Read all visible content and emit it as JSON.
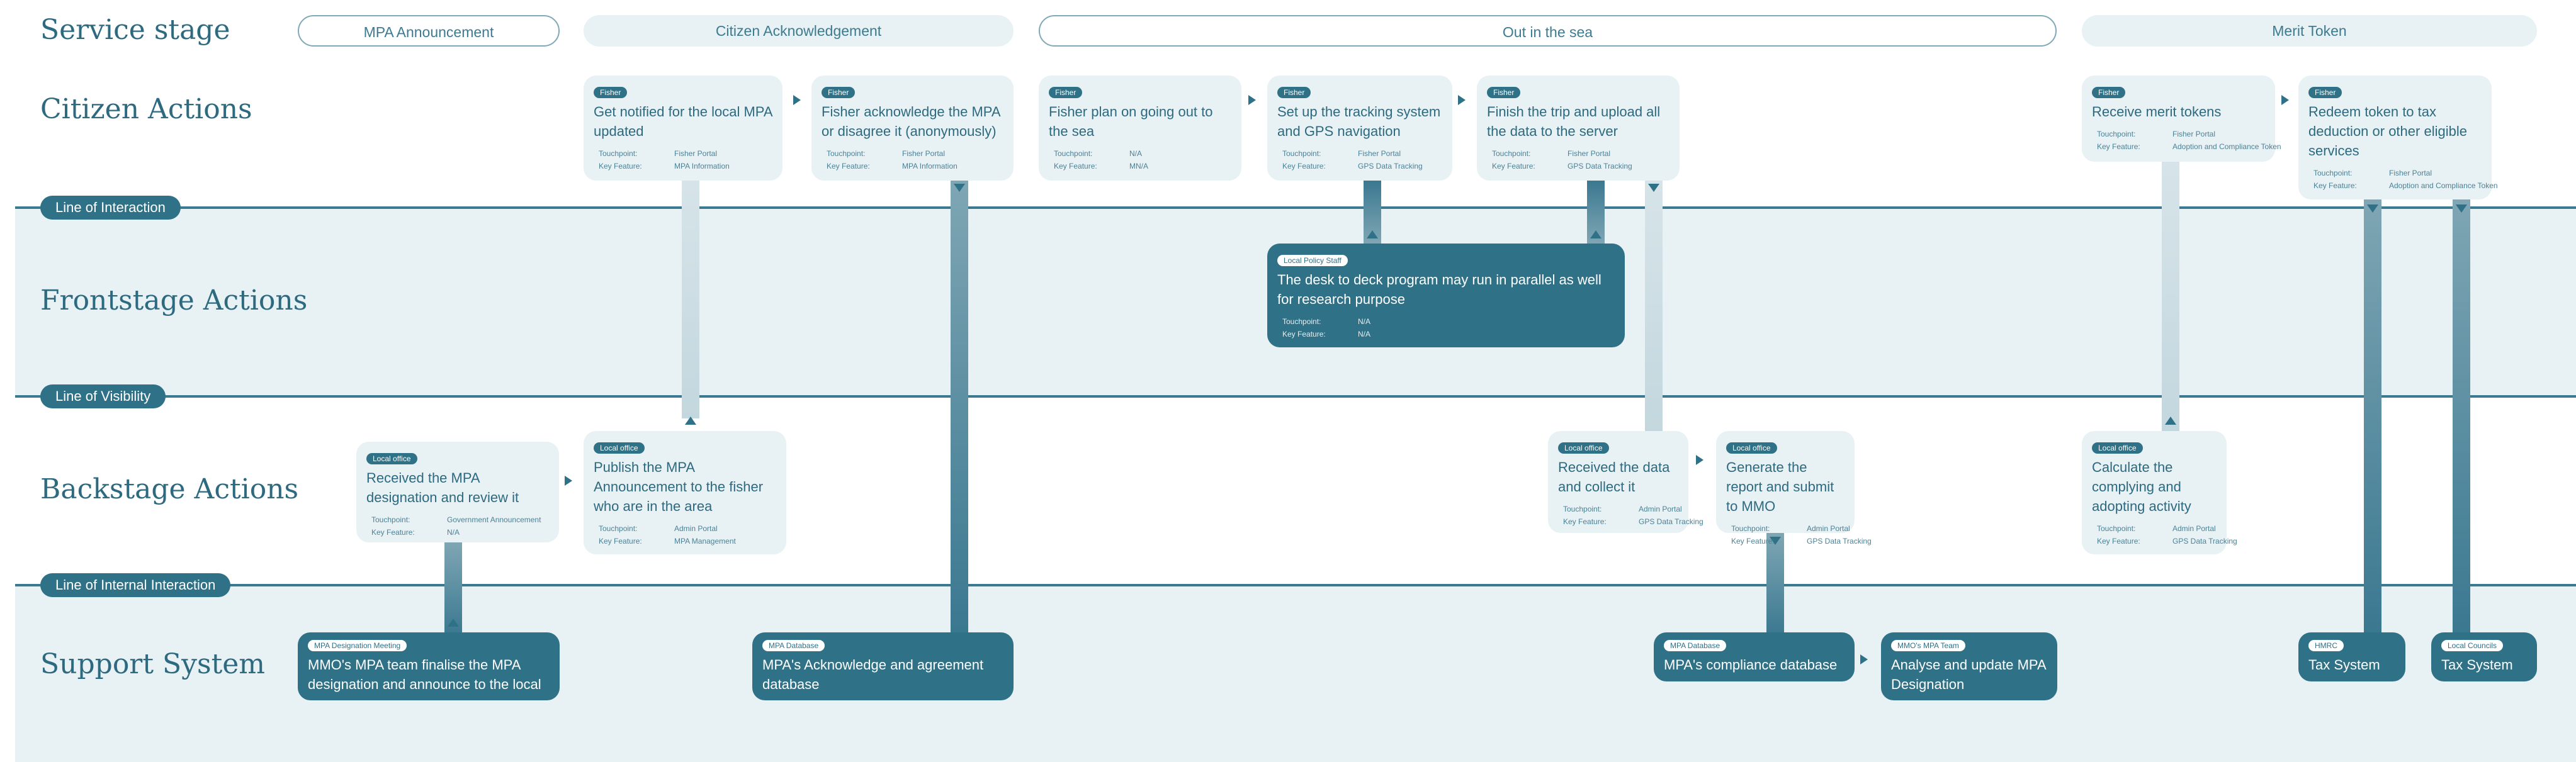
{
  "lanes": {
    "service_stage": "Service stage",
    "citizen": "Citizen Actions",
    "frontstage": "Frontstage Actions",
    "backstage": "Backstage Actions",
    "support": "Support System"
  },
  "lines": {
    "interaction": "Line of Interaction",
    "visibility": "Line of Visibility",
    "internal": "Line of Internal Interaction"
  },
  "stages": {
    "mpa_announcement": "MPA Announcement",
    "citizen_ack": "Citizen Acknowledgement",
    "out_sea": "Out in the sea",
    "merit_token": "Merit Token"
  },
  "meta_labels": {
    "touchpoint": "Touchpoint:",
    "key_feature": "Key Feature:"
  },
  "cards": {
    "c1": {
      "actor": "Fisher",
      "title": "Get notified for the local MPA updated",
      "touchpoint": "Fisher Portal",
      "feature": "MPA Information"
    },
    "c2": {
      "actor": "Fisher",
      "title": "Fisher acknowledge the MPA or disagree it (anonymously)",
      "touchpoint": "Fisher Portal",
      "feature": "MPA Information"
    },
    "c3": {
      "actor": "Fisher",
      "title": "Fisher plan on going out to the sea",
      "touchpoint": "N/A",
      "feature": "MN/A"
    },
    "c4": {
      "actor": "Fisher",
      "title": "Set up the tracking system and GPS navigation",
      "touchpoint": "Fisher Portal",
      "feature": "GPS Data Tracking"
    },
    "c5": {
      "actor": "Fisher",
      "title": "Finish the trip and upload all the data to the server",
      "touchpoint": "Fisher Portal",
      "feature": "GPS Data Tracking"
    },
    "c6": {
      "actor": "Fisher",
      "title": "Receive merit tokens",
      "touchpoint": "Fisher Portal",
      "feature": "Adoption and Compliance Token"
    },
    "c7": {
      "actor": "Fisher",
      "title": "Redeem token to tax deduction or other eligible services",
      "touchpoint": "Fisher Portal",
      "feature": "Adoption and Compliance Token"
    },
    "f1": {
      "actor": "Local Policy Staff",
      "title": "The desk to deck program may run in parallel as well for research purpose",
      "touchpoint": "N/A",
      "feature": "N/A"
    },
    "b1": {
      "actor": "Local office",
      "title": "Received the MPA designation and review it",
      "touchpoint": "Government Announcement",
      "feature": "N/A"
    },
    "b2": {
      "actor": "Local office",
      "title": "Publish the MPA Announcement to the fisher who are in the area",
      "touchpoint": "Admin Portal",
      "feature": "MPA Management"
    },
    "b3": {
      "actor": "Local office",
      "title": "Received the data and collect it",
      "touchpoint": "Admin Portal",
      "feature": "GPS Data Tracking"
    },
    "b4": {
      "actor": "Local office",
      "title": "Generate the report and submit to MMO",
      "touchpoint": "Admin Portal",
      "feature": "GPS Data Tracking"
    },
    "b5": {
      "actor": "Local office",
      "title": "Calculate the complying and adopting activity",
      "touchpoint": "Admin Portal",
      "feature": "GPS Data Tracking"
    },
    "s1": {
      "actor": "MPA Designation Meeting",
      "title": "MMO's MPA team finalise the MPA designation and announce to the local"
    },
    "s2": {
      "actor": "MPA Database",
      "title": "MPA's Acknowledge and agreement database"
    },
    "s3": {
      "actor": "MPA Database",
      "title": "MPA's compliance database"
    },
    "s4": {
      "actor": "MMO's MPA Team",
      "title": "Analyse and update MPA Designation"
    },
    "s5": {
      "actor": "HMRC",
      "title": "Tax System"
    },
    "s6": {
      "actor": "Local Councils",
      "title": "Tax System"
    }
  },
  "colors": {
    "primary": "#2f7186",
    "band": "#e8f1f4",
    "text": "#2d6a80"
  }
}
